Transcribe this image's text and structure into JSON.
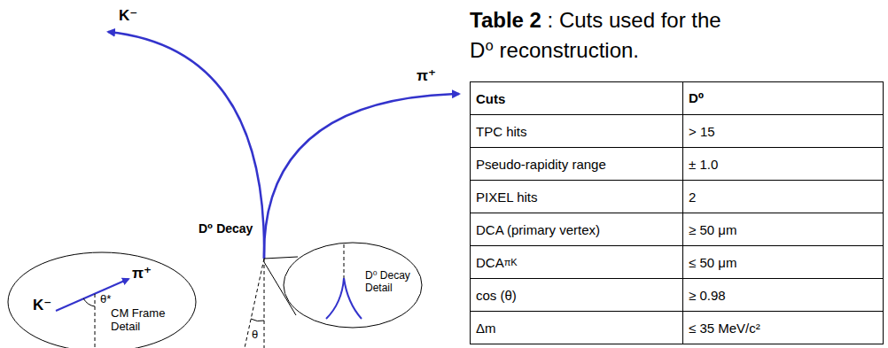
{
  "diagram": {
    "nodes": [
      {
        "text": [
          "K⁻",
          "π⁺",
          "θ*",
          "CM Frame Detail"
        ]
      },
      {
        "text": [
          "D⁰ Decay Detail"
        ]
      }
    ],
    "labels": [
      "K⁻",
      "π⁺",
      "D⁰ Decay",
      "θ",
      "Table 2",
      ": Cuts used for the D⁰ reconstruction.",
      "Cuts",
      "D⁰",
      "TPC hits",
      "> 15",
      "Pseudo-rapidity range",
      "± 1.0",
      "PIXEL hits",
      "2",
      "DCA (primary vertex)",
      "≥ 50 μm",
      "DCA",
      "πK",
      "≤ 50 μm",
      "cos (θ)",
      "≥ 0.98",
      "Δm",
      "≤ 35 MeV/c²"
    ]
  }
}
